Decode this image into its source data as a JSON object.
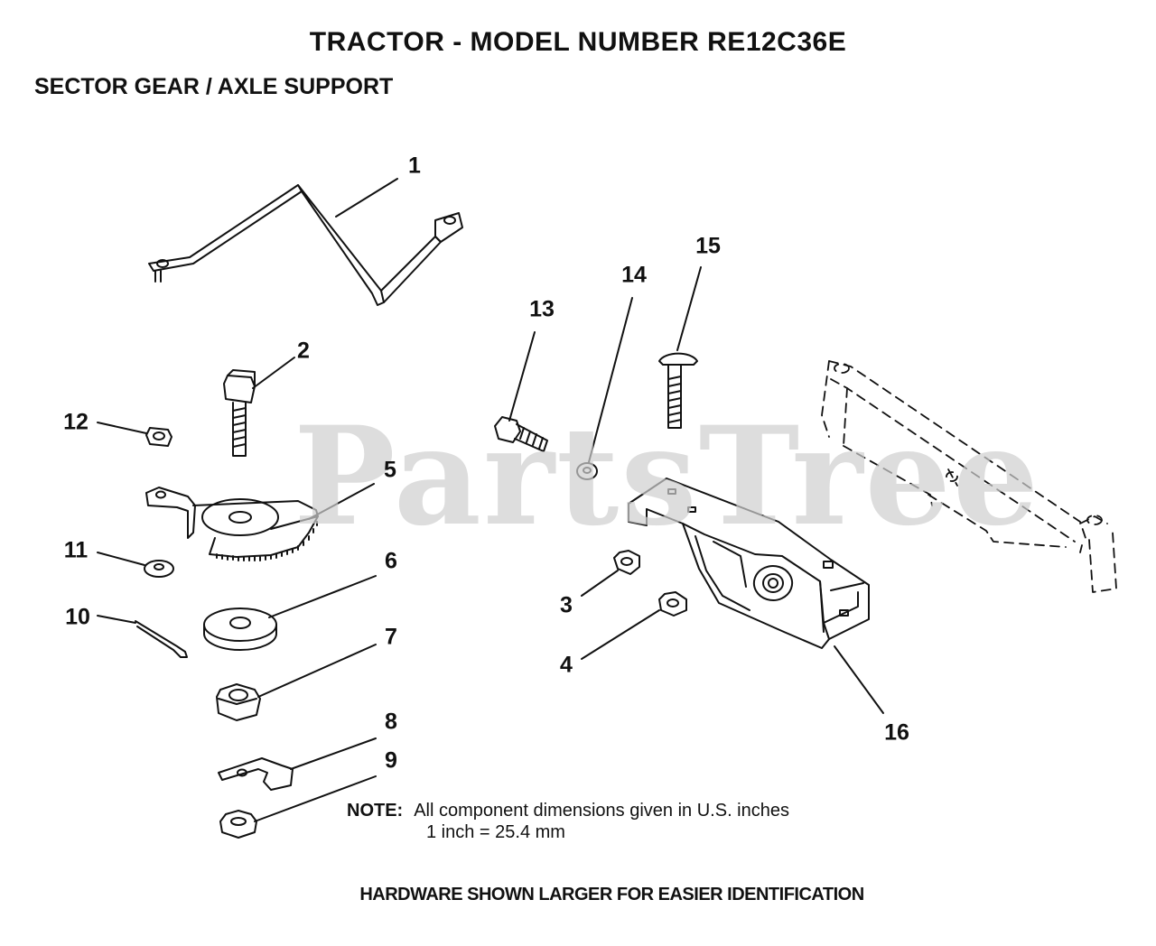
{
  "header": {
    "title": "TRACTOR  - MODEL NUMBER RE12C36E",
    "subtitle": "SECTOR GEAR / AXLE SUPPORT"
  },
  "watermark": "PartsTree",
  "callouts": [
    "1",
    "2",
    "3",
    "4",
    "5",
    "6",
    "7",
    "8",
    "9",
    "10",
    "11",
    "12",
    "13",
    "14",
    "15",
    "16"
  ],
  "note": {
    "label": "NOTE:",
    "line1": "All component dimensions given in U.S. inches",
    "line2": "1 inch = 25.4 mm"
  },
  "footer": "HARDWARE SHOWN LARGER FOR EASIER IDENTIFICATION",
  "colors": {
    "ink": "#111111",
    "watermark": "#cfcfcf",
    "background": "#ffffff"
  }
}
